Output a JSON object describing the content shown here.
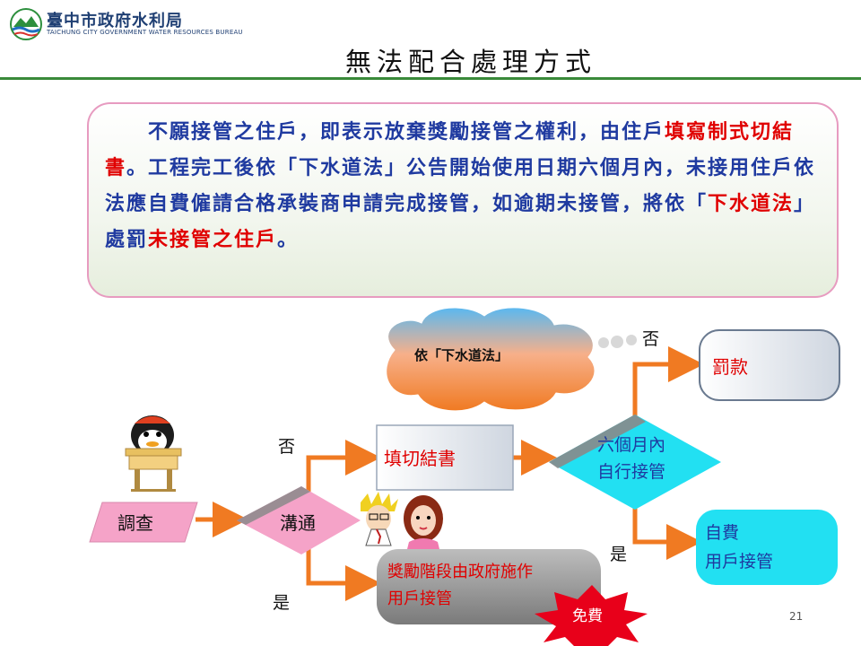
{
  "header": {
    "org_name": "臺中市政府水利局",
    "org_name_en": "TAICHUNG CITY GOVERNMENT WATER RESOURCES BUREAU"
  },
  "title": "無法配合處理方式",
  "notice": {
    "p1": "不願接管之住戶，即表示放棄獎勵接管之權利，由住戶",
    "p1_red": "填寫制式切結書",
    "p2": "。工程完工後依「下水道法」公告開始使用日期六個月內，未接用住戶依法應自費僱請合格承裝商申請完成接管，如逾期未接管，將依「",
    "p2_red": "下水道法",
    "p3": "」處罰",
    "p3_red": "未接管之住戶",
    "p4": "。"
  },
  "flow": {
    "survey": "調查",
    "communicate": "溝通",
    "affidavit": "填切結書",
    "within_6_months_1": "六個月內",
    "within_6_months_2": "自行接管",
    "fine": "罰款",
    "self_pay_1": "自費",
    "self_pay_2": "用戶接管",
    "gov_1": "獎勵階段由政府施作",
    "gov_2": "用戶接管",
    "free": "免費",
    "cloud": "依「下水道法」",
    "no_1": "否",
    "yes_1": "是",
    "no_2": "否",
    "yes_2": "是"
  },
  "colors": {
    "pink": "#f5a3c8",
    "cyan": "#22e0f2",
    "orange": "#f07a22",
    "red_star": "#e8001a",
    "gray": "#8a8a8a",
    "blue_text": "#1f3aa0",
    "accent_red": "#e00000"
  },
  "page_number": "21"
}
